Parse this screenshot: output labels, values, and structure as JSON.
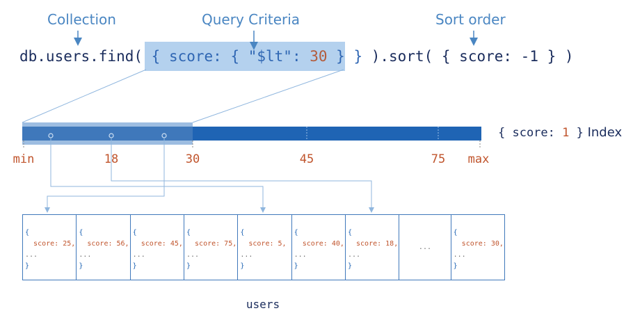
{
  "labels": {
    "collection": "Collection",
    "query_criteria": "Query Criteria",
    "sort_order": "Sort order"
  },
  "code": {
    "prefix": "db.users.find( ",
    "criteria_open": "{ score: { \"$lt\": ",
    "criteria_value": "30",
    "criteria_close": " } }",
    "suffix": " ).sort( { score: -1 } )"
  },
  "index": {
    "name_open": "{ score: ",
    "name_value": "1",
    "name_close": " }",
    "name_word": "Index",
    "ticks": [
      "min",
      "18",
      "30",
      "45",
      "75",
      "max"
    ]
  },
  "documents": [
    {
      "open": "{",
      "field": "score: 25,",
      "rest": "...",
      "close": "}"
    },
    {
      "open": "{",
      "field": "score: 56,",
      "rest": "...",
      "close": "}"
    },
    {
      "open": "{",
      "field": "score: 45,",
      "rest": "...",
      "close": "}"
    },
    {
      "open": "{",
      "field": "score: 75,",
      "rest": "...",
      "close": "}"
    },
    {
      "open": "{",
      "field": "score: 5,",
      "rest": "...",
      "close": "}"
    },
    {
      "open": "{",
      "field": "score: 40,",
      "rest": "...",
      "close": "}"
    },
    {
      "open": "{",
      "field": "score: 18,",
      "rest": "...",
      "close": "}"
    },
    {
      "ellipsis": "..."
    },
    {
      "open": "{",
      "field": "score: 30,",
      "rest": "...",
      "close": "}"
    }
  ],
  "collection_name": "users",
  "colors": {
    "accent_blue": "#4a86c2",
    "index_bar": "#1f64b4",
    "highlight": "#b4d1ee",
    "value_orange": "#c0542c",
    "dark_text": "#1a2c5c"
  }
}
